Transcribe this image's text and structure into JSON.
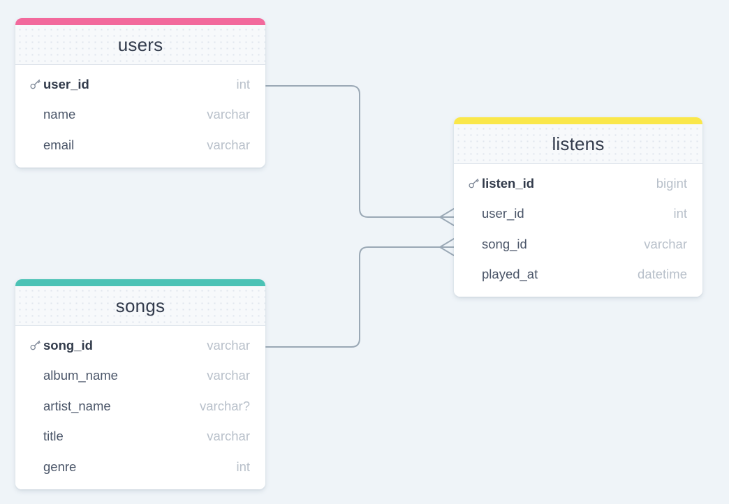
{
  "diagram": {
    "type": "entity-relationship-diagram",
    "background_color": "#eff4f8",
    "connector_color": "#9aa8b5",
    "entities": [
      {
        "id": "users",
        "title": "users",
        "accent_color": "#f2699c",
        "fields": [
          {
            "name": "user_id",
            "type": "int",
            "primary_key": true
          },
          {
            "name": "name",
            "type": "varchar",
            "primary_key": false
          },
          {
            "name": "email",
            "type": "varchar",
            "primary_key": false
          }
        ]
      },
      {
        "id": "songs",
        "title": "songs",
        "accent_color": "#4bc2b5",
        "fields": [
          {
            "name": "song_id",
            "type": "varchar",
            "primary_key": true
          },
          {
            "name": "album_name",
            "type": "varchar",
            "primary_key": false
          },
          {
            "name": "artist_name",
            "type": "varchar?",
            "primary_key": false
          },
          {
            "name": "title",
            "type": "varchar",
            "primary_key": false
          },
          {
            "name": "genre",
            "type": "int",
            "primary_key": false
          }
        ]
      },
      {
        "id": "listens",
        "title": "listens",
        "accent_color": "#fae74a",
        "fields": [
          {
            "name": "listen_id",
            "type": "bigint",
            "primary_key": true
          },
          {
            "name": "user_id",
            "type": "int",
            "primary_key": false
          },
          {
            "name": "song_id",
            "type": "varchar",
            "primary_key": false
          },
          {
            "name": "played_at",
            "type": "datetime",
            "primary_key": false
          }
        ]
      }
    ],
    "relationships": [
      {
        "id": "users-listens",
        "from_entity": "users",
        "from_field": "user_id",
        "to_entity": "listens",
        "to_field": "user_id",
        "from_cardinality": "one",
        "to_cardinality": "many"
      },
      {
        "id": "songs-listens",
        "from_entity": "songs",
        "from_field": "song_id",
        "to_entity": "listens",
        "to_field": "song_id",
        "from_cardinality": "one",
        "to_cardinality": "many"
      }
    ]
  }
}
